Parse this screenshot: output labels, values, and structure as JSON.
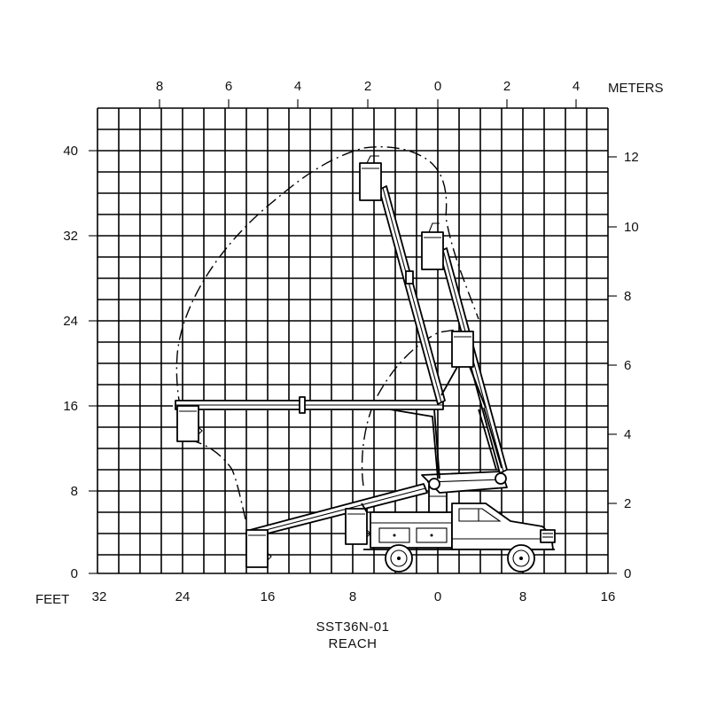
{
  "diagram": {
    "top_axis": {
      "unit_label": "METERS",
      "ticks": [
        "8",
        "6",
        "4",
        "2",
        "0",
        "2",
        "4"
      ]
    },
    "bottom_axis": {
      "unit_label": "FEET",
      "ticks": [
        "32",
        "24",
        "16",
        "8",
        "0",
        "8",
        "16"
      ]
    },
    "left_axis": {
      "ticks": [
        "40",
        "32",
        "24",
        "16",
        "8",
        "0"
      ]
    },
    "right_axis": {
      "ticks": [
        "12",
        "10",
        "8",
        "6",
        "4",
        "2",
        "0"
      ]
    },
    "caption": {
      "model": "SST36N-01",
      "subtitle": "REACH"
    }
  }
}
